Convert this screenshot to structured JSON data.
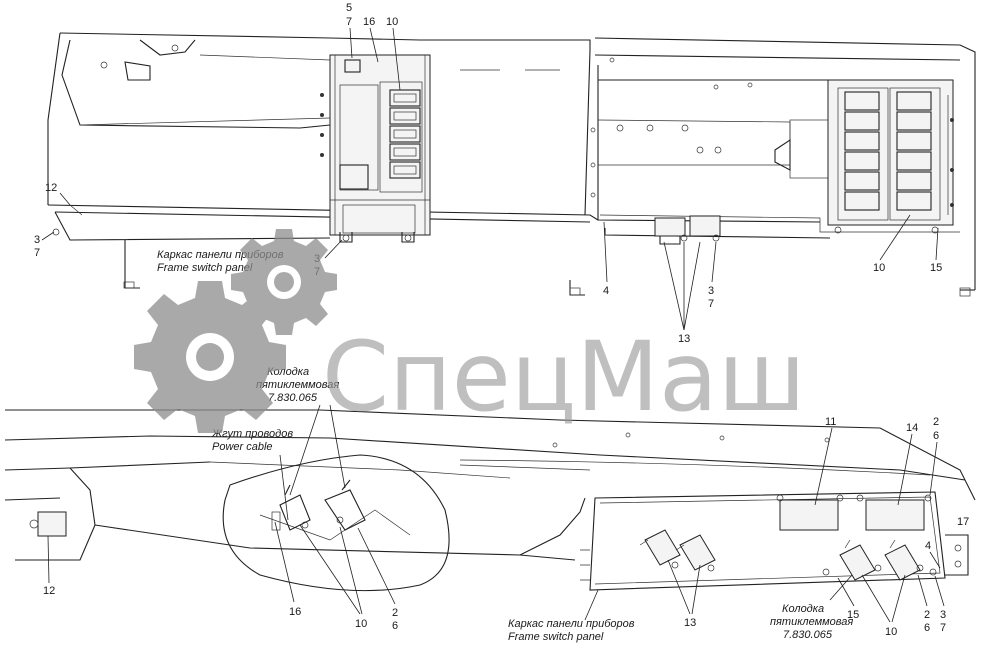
{
  "watermark": {
    "brand": "СпецМаш",
    "gear_color": "#8c8c8c"
  },
  "top_view": {
    "callouts": {
      "c5": "5",
      "c7a": "7",
      "c16": "16",
      "c10a": "10",
      "c12": "12",
      "c3a": "3",
      "c7b": "7",
      "c3b": "3",
      "c7c": "7",
      "c4": "4",
      "c3c": "3",
      "c7d": "7",
      "c13": "13",
      "c10b": "10",
      "c15": "15"
    },
    "caption_ru": "Каркас панели приборов",
    "caption_en": "Frame switch panel"
  },
  "bottom_view": {
    "callouts": {
      "c11": "11",
      "c14": "14",
      "c2a": "2",
      "c6a": "6",
      "c17": "17",
      "c4": "4",
      "c12": "12",
      "c16": "16",
      "c10a": "10",
      "c2b": "2",
      "c6b": "6",
      "c13": "13",
      "c15": "15",
      "c10b": "10",
      "c2c": "2",
      "c6c": "6",
      "c3": "3",
      "c7": "7"
    },
    "block_ru_1": "Колодка",
    "block_ru_2": "пятиклеммовая",
    "block_code": "7.830.065",
    "harness_ru": "Жгут проводов",
    "harness_en": "Power cable",
    "caption_ru": "Каркас панели приборов",
    "caption_en": "Frame switch panel",
    "block2_ru_1": "Колодка",
    "block2_ru_2": "пятиклеммовая",
    "block2_code": "7.830.065"
  }
}
